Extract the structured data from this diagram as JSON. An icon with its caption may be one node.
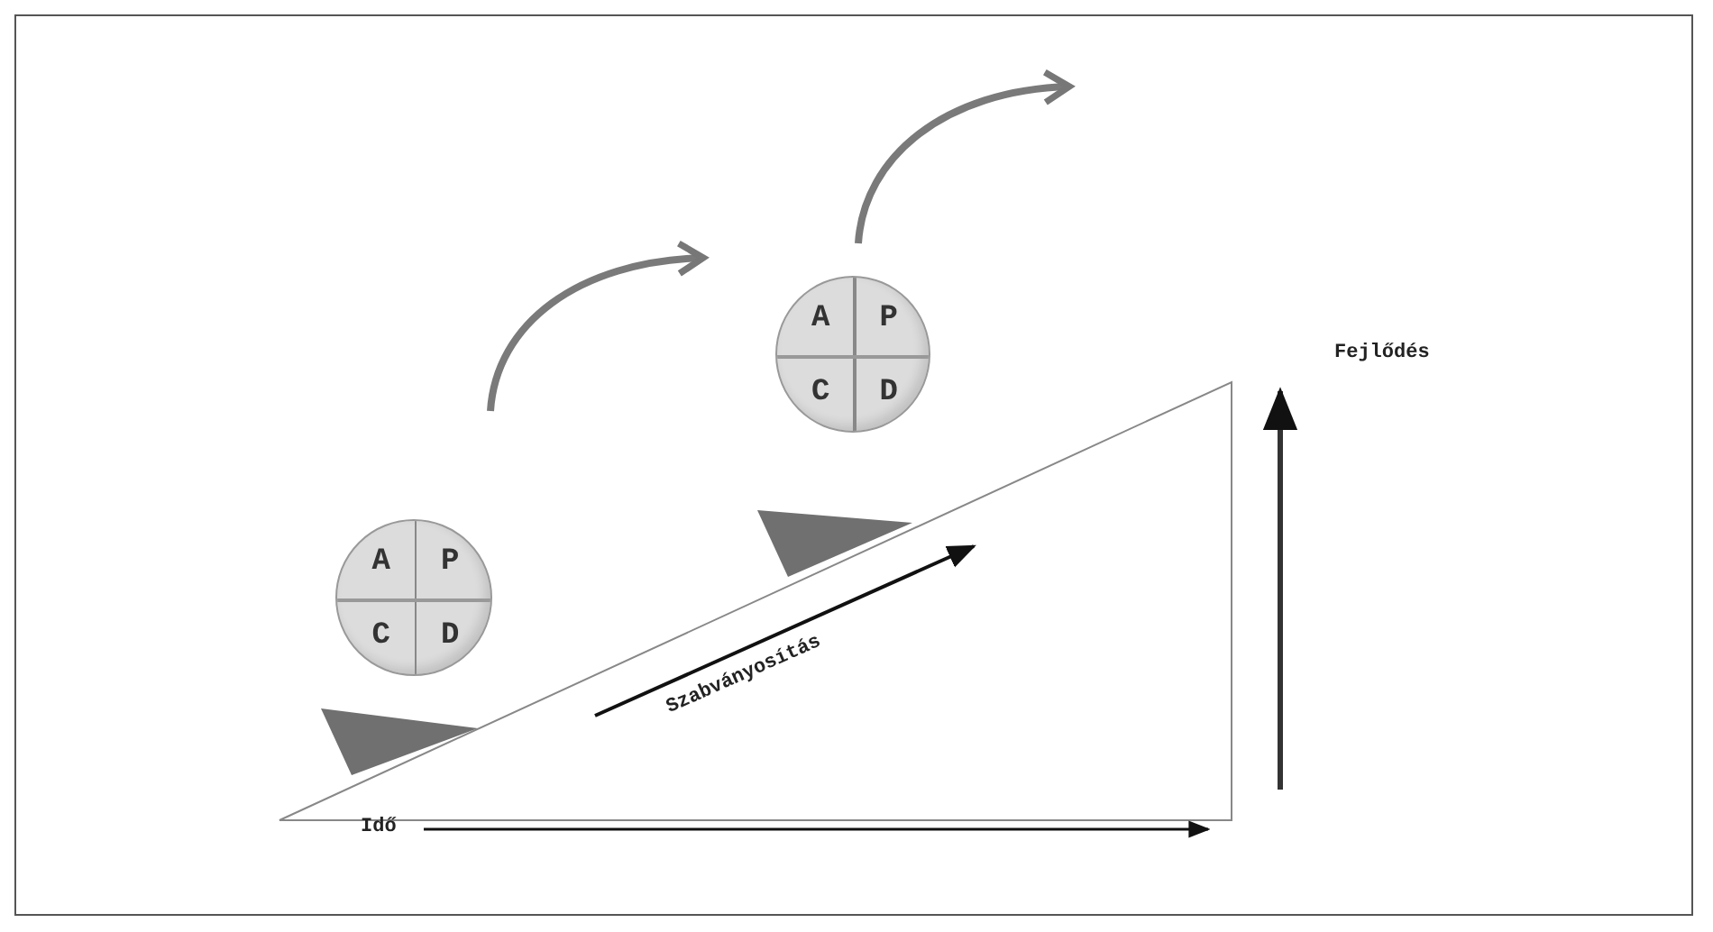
{
  "diagram": {
    "nodes": [
      {
        "text": [
          "A",
          "P",
          "C",
          "D"
        ]
      },
      {
        "text": [
          "A",
          "P",
          "C",
          "D"
        ]
      }
    ],
    "labels": [
      "Fejlődés",
      "Szabványosítás",
      "Idő"
    ]
  }
}
